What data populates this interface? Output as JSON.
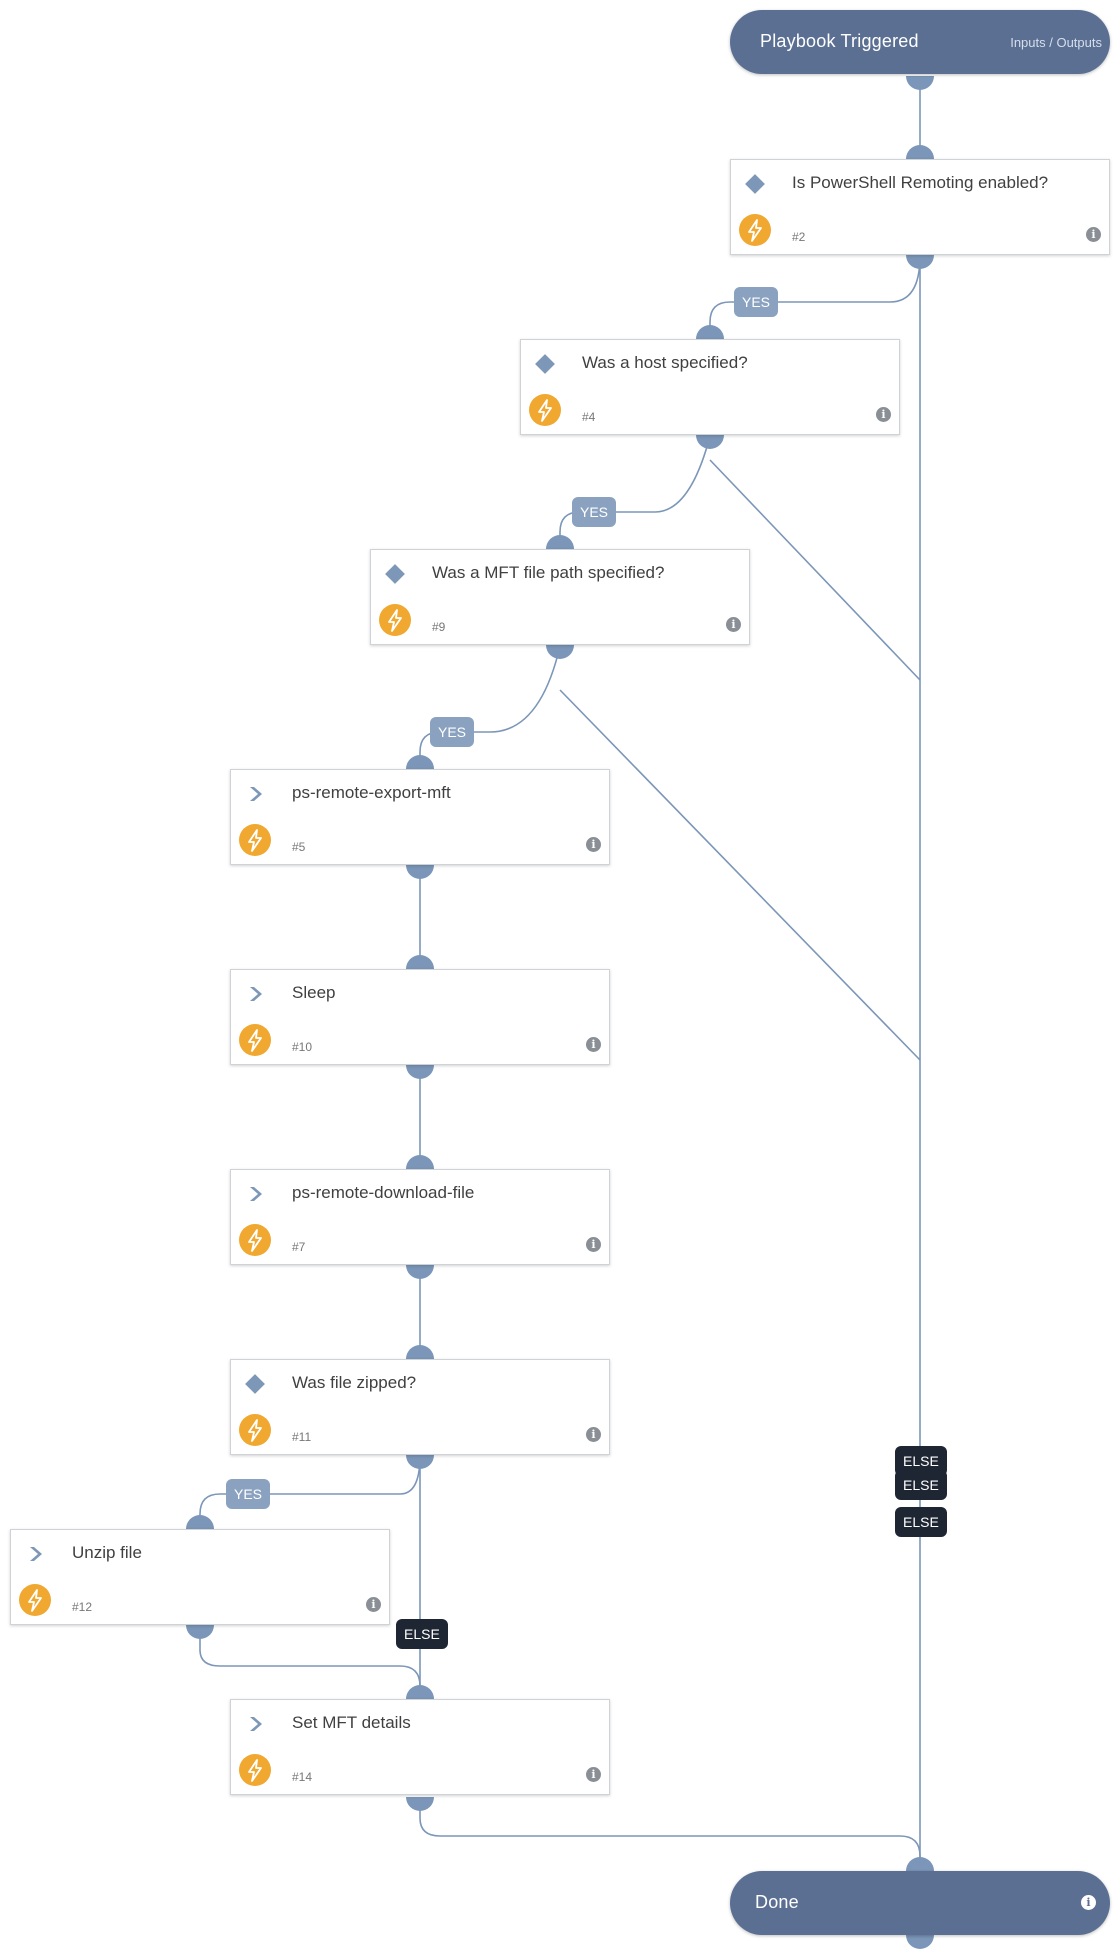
{
  "trigger": {
    "title": "Playbook Triggered",
    "link": "Inputs / Outputs"
  },
  "tasks": [
    {
      "title": "Is PowerShell Remoting enabled?",
      "num": "#2"
    },
    {
      "title": "Was a host specified?",
      "num": "#4"
    },
    {
      "title": "Was a MFT file path specified?",
      "num": "#9"
    },
    {
      "title": "ps-remote-export-mft",
      "num": "#5"
    },
    {
      "title": "Sleep",
      "num": "#10"
    },
    {
      "title": "ps-remote-download-file",
      "num": "#7"
    },
    {
      "title": "Was file zipped?",
      "num": "#11"
    },
    {
      "title": "Unzip file",
      "num": "#12"
    },
    {
      "title": "Set MFT details",
      "num": "#14"
    }
  ],
  "labels": {
    "yes1": "YES",
    "yes2": "YES",
    "yes3": "YES",
    "yes4": "YES",
    "else1": "ELSE",
    "else2": "ELSE",
    "else3": "ELSE",
    "else4": "ELSE"
  },
  "done": {
    "title": "Done"
  },
  "colors": {
    "connector": "#7b96b8",
    "header": "#5b6f93",
    "bolt": "#f0a830",
    "yes": "#8aa2c0",
    "else": "#1f2633"
  }
}
